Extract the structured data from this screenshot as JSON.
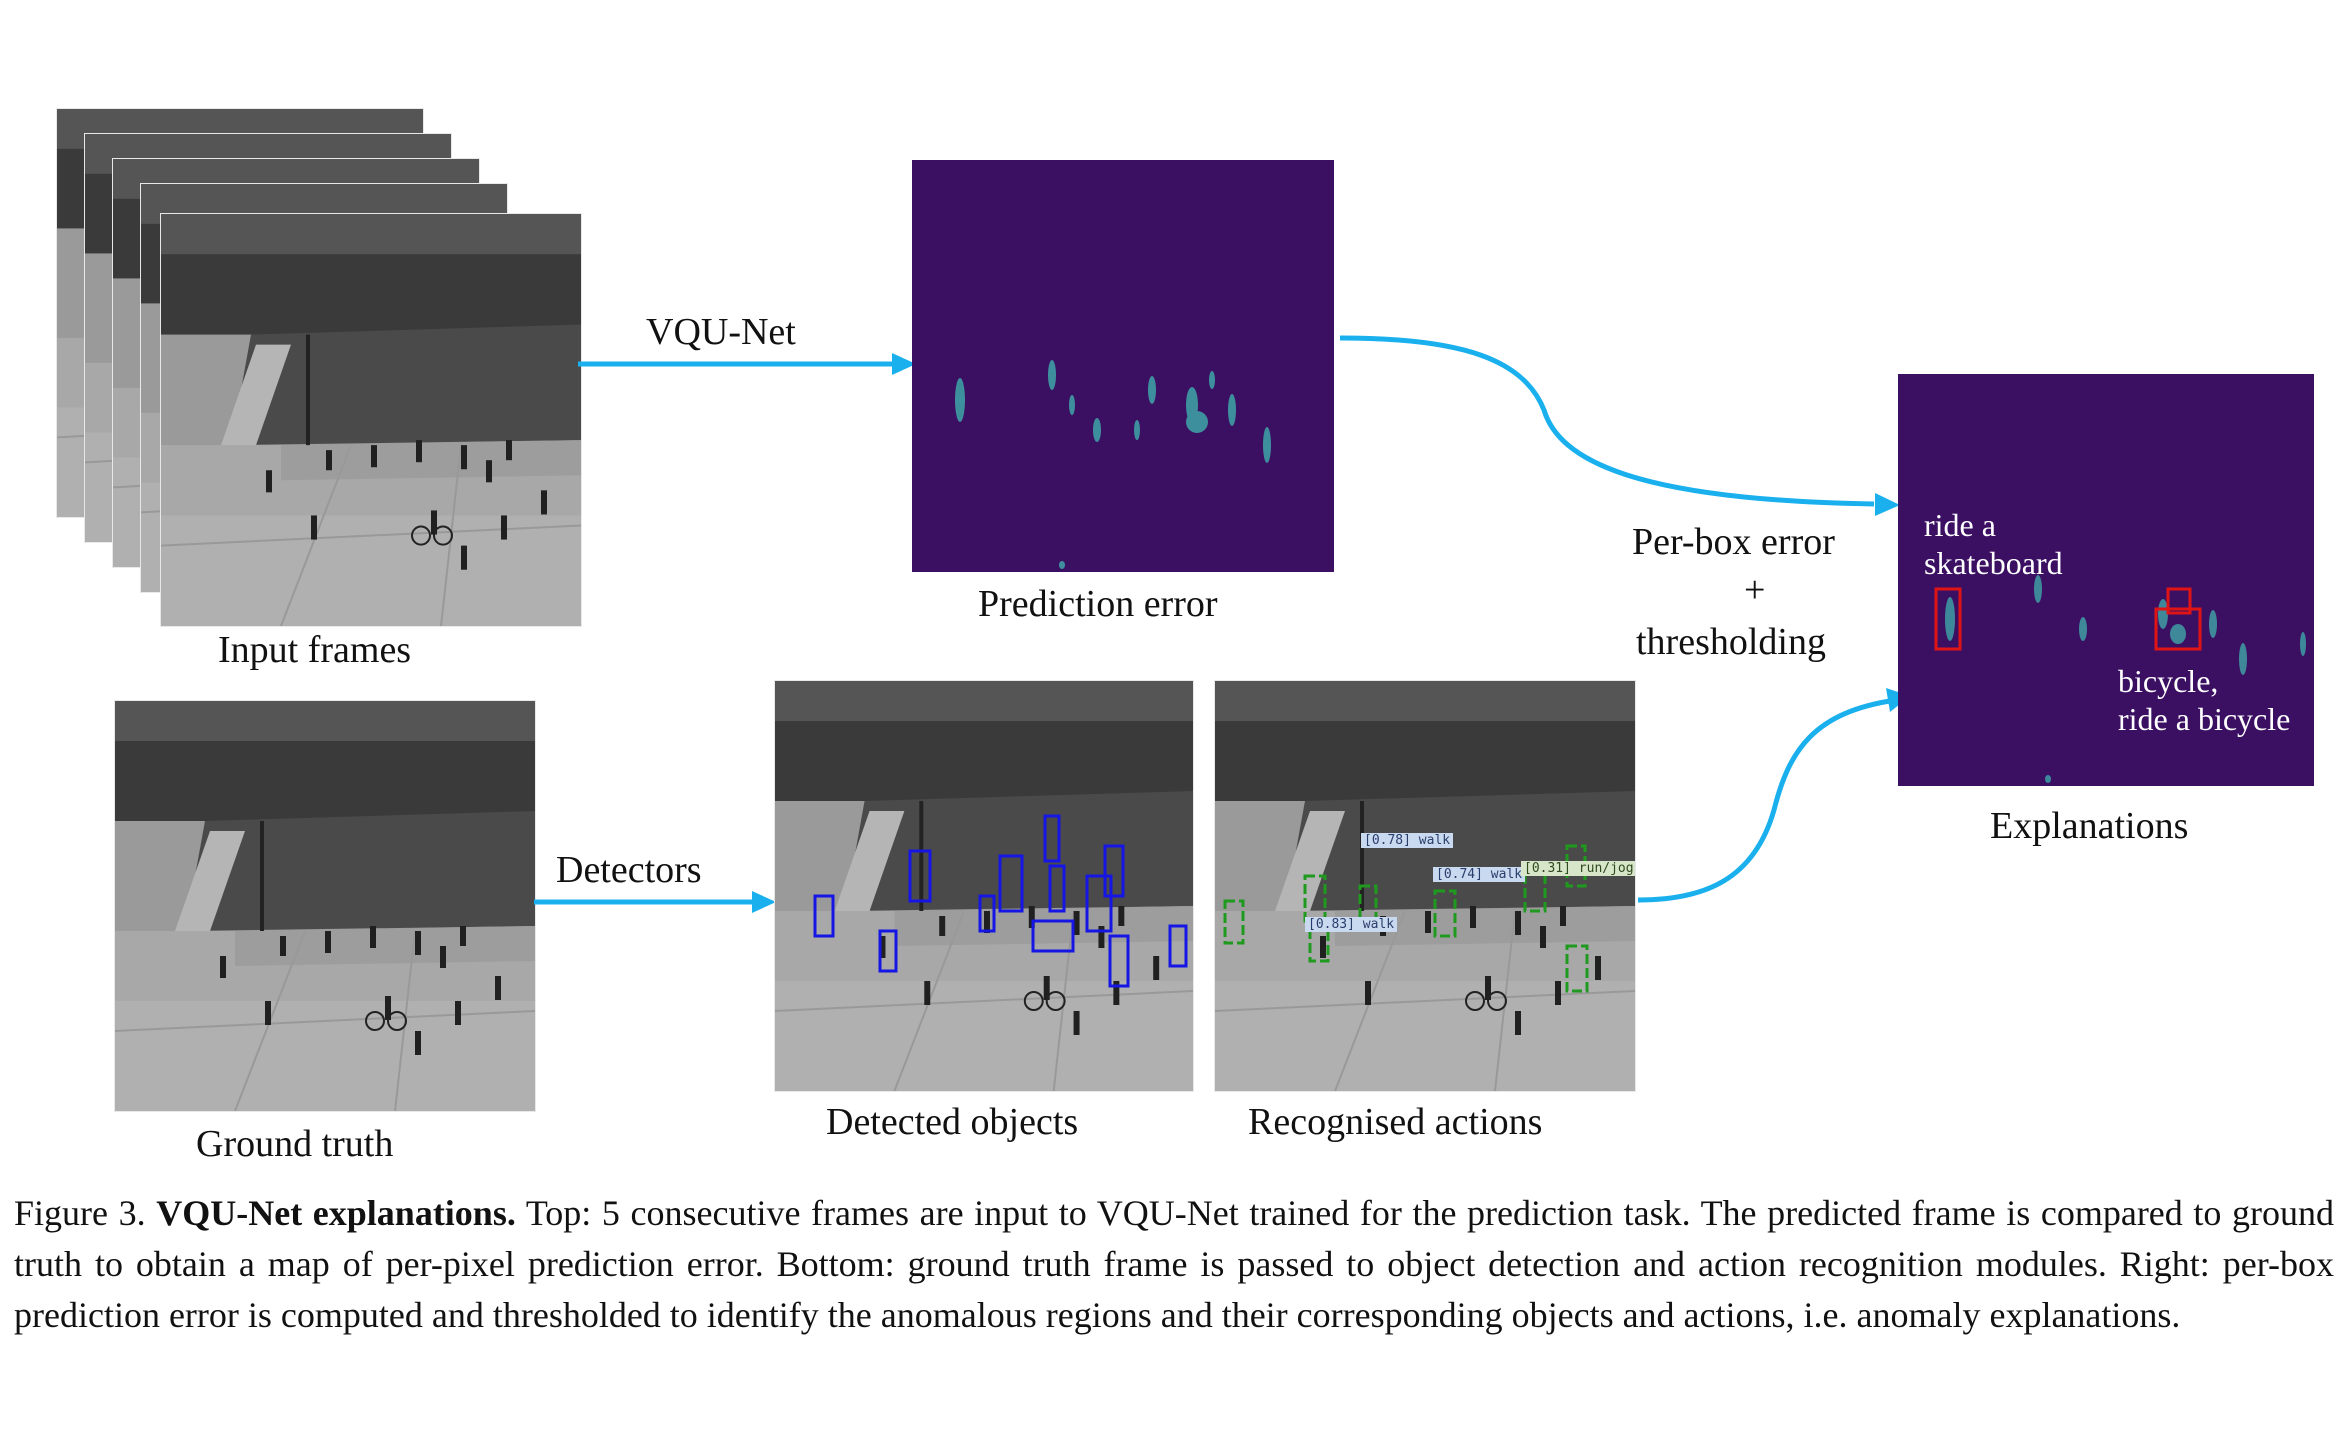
{
  "diagram": {
    "labels": {
      "input_frames": "Input frames",
      "prediction_error": "Prediction error",
      "ground_truth": "Ground truth",
      "detected_objects": "Detected objects",
      "recognised_actions": "Recognised actions",
      "explanations": "Explanations"
    },
    "edges": {
      "vqu_net": "VQU-Net",
      "detectors": "Detectors",
      "per_box_line1": "Per-box error",
      "per_box_line2": "+",
      "per_box_line3": "thresholding"
    },
    "action_labels": {
      "a1": "[0.78] walk",
      "a2": "[0.74] walk",
      "a3": "[0.31] run/jog",
      "a4": "[0.83] walk"
    },
    "explanation_labels": {
      "skate_1": "ride a",
      "skate_2": "skateboard",
      "bike_1": "bicycle,",
      "bike_2": "ride a bicycle"
    },
    "colors": {
      "arrow": "#1ab0ee",
      "detection_box": "#1515e6",
      "action_box": "#1f9a1f",
      "explanation_box": "#e01414",
      "heatmap_bg": "#3b1063"
    }
  },
  "caption": {
    "prefix": "Figure 3.",
    "title": "VQU-Net explanations.",
    "body": "Top: 5 consecutive frames are input to VQU-Net trained for the prediction task. The predicted frame is compared to ground truth to obtain a map of per-pixel prediction error. Bottom: ground truth frame is passed to object detection and action recognition modules. Right: per-box prediction error is computed and thresholded to identify the anomalous regions and their corresponding objects and actions, i.e. anomaly explanations."
  }
}
